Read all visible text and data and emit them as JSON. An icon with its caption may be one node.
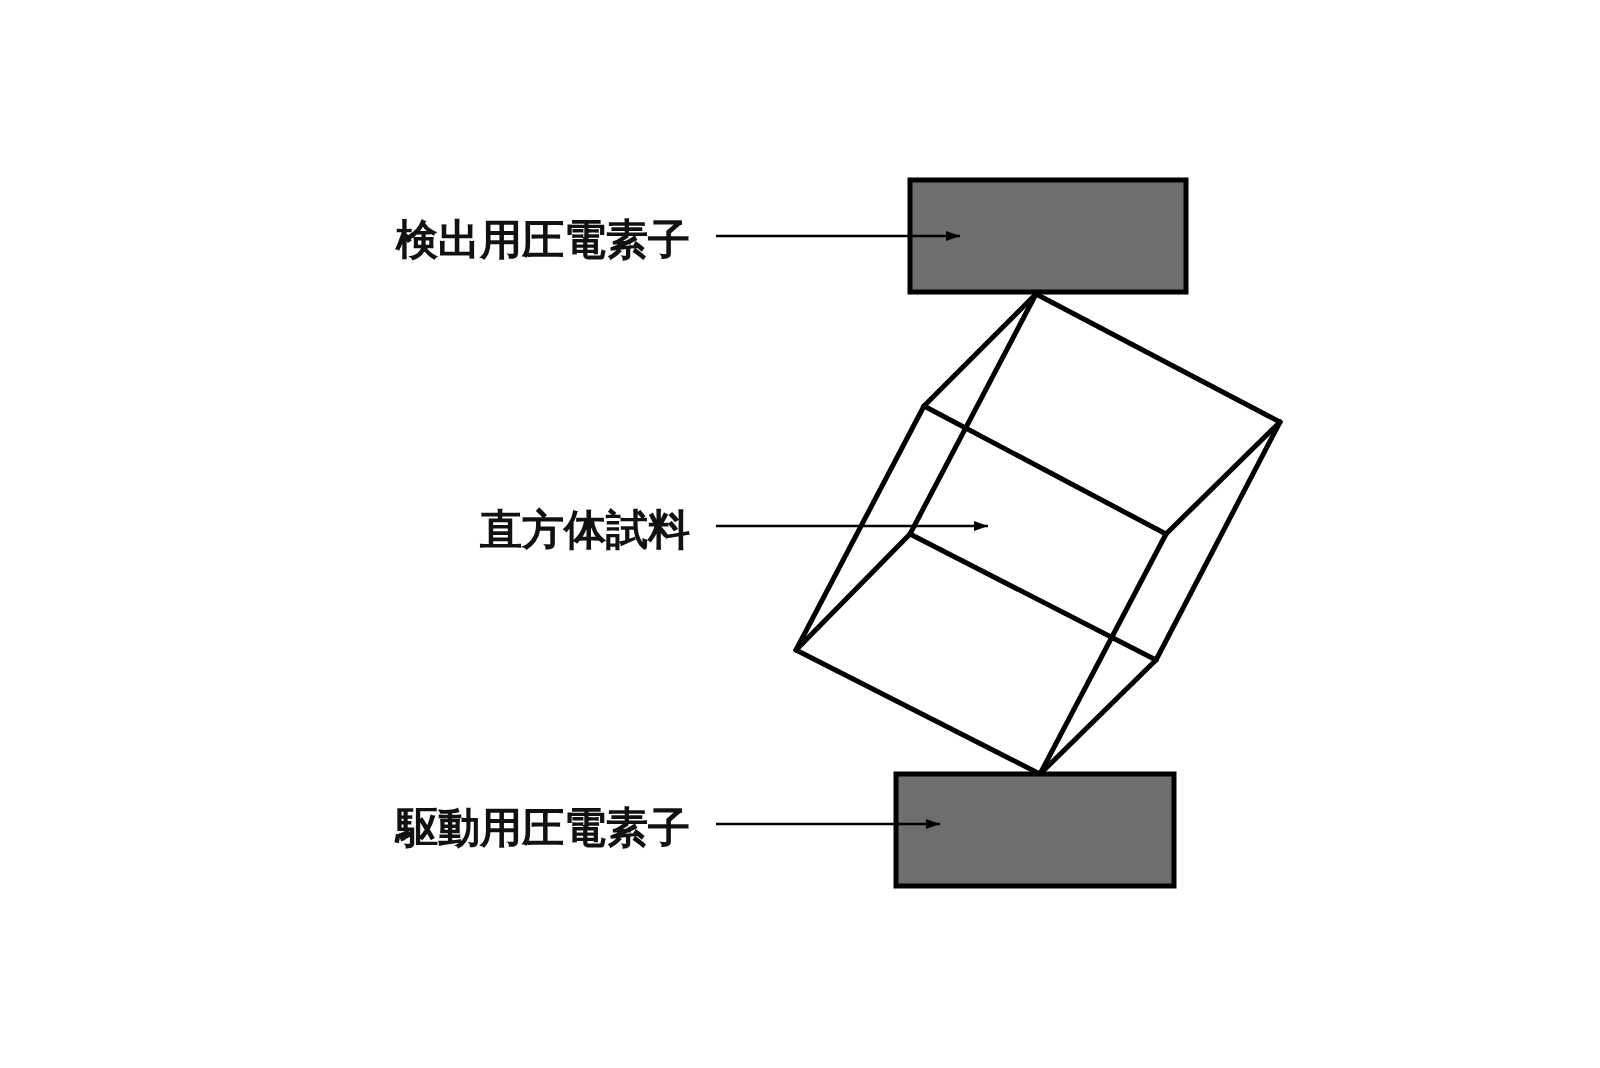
{
  "diagram": {
    "nodes": [
      {
        "text": [
          "検出用圧電素子"
        ]
      },
      {
        "text": [],
        "shape": "box"
      },
      {
        "text": [
          "直方体試料"
        ]
      },
      {
        "text": [],
        "shape": "cube"
      },
      {
        "text": [
          "駆動用圧電素子"
        ]
      },
      {
        "text": [],
        "shape": "box"
      }
    ],
    "edges": [
      {
        "from": 0,
        "to": 1,
        "arrow": "to"
      },
      {
        "from": 2,
        "to": 3,
        "arrow": "to"
      },
      {
        "from": 4,
        "to": 5,
        "arrow": "to"
      }
    ]
  }
}
